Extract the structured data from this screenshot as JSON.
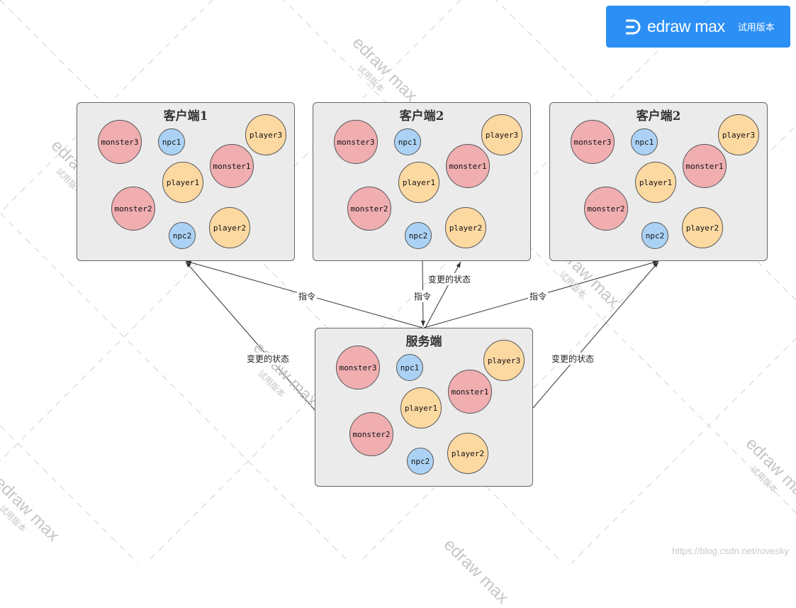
{
  "badge": {
    "brand": "edraw max",
    "tag": "试用版本",
    "brand_color": "#2b8ff6"
  },
  "watermark": {
    "brand": "edraw max",
    "tag": "试用版本"
  },
  "footer_url": "https://blog.csdn.net/rovesky",
  "colors": {
    "monster": "#f0aeb1",
    "player": "#fdd9a2",
    "npc": "#abd2f4",
    "box": "#ebebeb"
  },
  "boxes": {
    "client1": {
      "title": "客户端1"
    },
    "client2": {
      "title": "客户端2"
    },
    "client3": {
      "title": "客户端2"
    },
    "server": {
      "title": "服务端"
    }
  },
  "entities": {
    "monster3": "monster3",
    "npc1": "npc1",
    "player3": "player3",
    "monster1": "monster1",
    "player1": "player1",
    "monster2": "monster2",
    "npc2": "npc2",
    "player2": "player2"
  },
  "edges": {
    "command": "指令",
    "state_change": "变更的状态"
  }
}
